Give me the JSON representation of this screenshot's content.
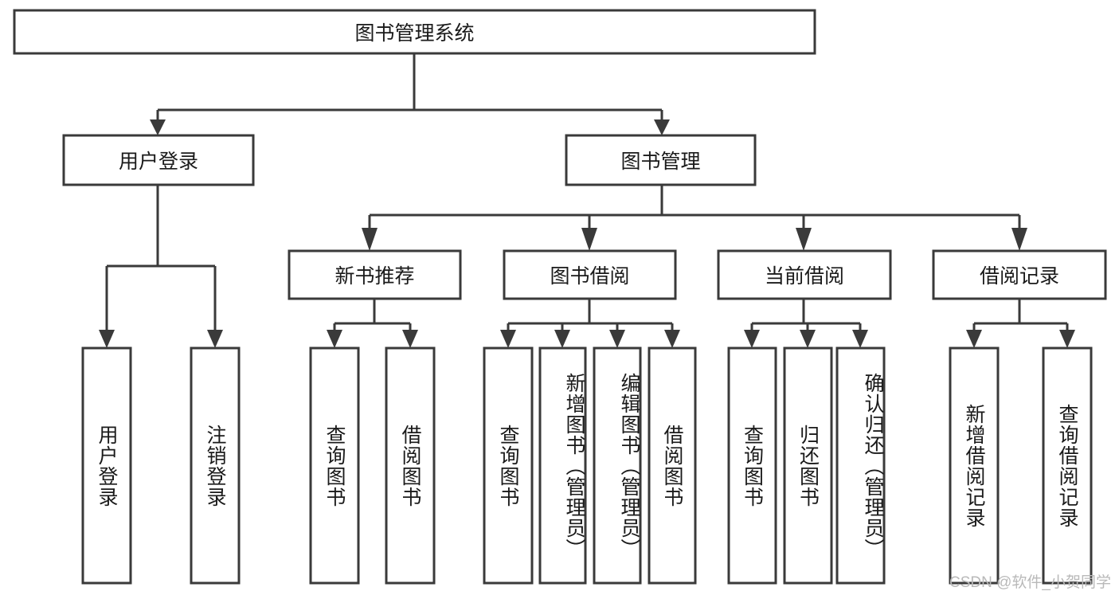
{
  "diagram": {
    "type": "tree-hierarchy",
    "title": "图书管理系统",
    "watermark": "CSDN @软件_小贺同学",
    "colors": {
      "stroke": "#3a3a3a",
      "fill": "#ffffff",
      "text": "#1a1a1a",
      "watermark": "#b9b9b9",
      "background": "#ffffff"
    },
    "root": {
      "label": "图书管理系统"
    },
    "level2": [
      {
        "label": "用户登录"
      },
      {
        "label": "图书管理"
      }
    ],
    "level3": [
      {
        "label": "新书推荐"
      },
      {
        "label": "图书借阅"
      },
      {
        "label": "当前借阅"
      },
      {
        "label": "借阅记录"
      }
    ],
    "leaves": {
      "user_login": [
        {
          "label": "用户登录"
        },
        {
          "label": "注销登录"
        }
      ],
      "new_book_recommend": [
        {
          "label": "查询图书"
        },
        {
          "label": "借阅图书"
        }
      ],
      "book_borrow": [
        {
          "label": "查询图书"
        },
        {
          "label": "新增图书（管理员）"
        },
        {
          "label": "编辑图书（管理员）"
        },
        {
          "label": "借阅图书"
        }
      ],
      "current_borrow": [
        {
          "label": "查询图书"
        },
        {
          "label": "归还图书"
        },
        {
          "label": "确认归还（管理员）"
        }
      ],
      "borrow_records": [
        {
          "label": "新增借阅记录"
        },
        {
          "label": "查询借阅记录"
        }
      ]
    }
  }
}
